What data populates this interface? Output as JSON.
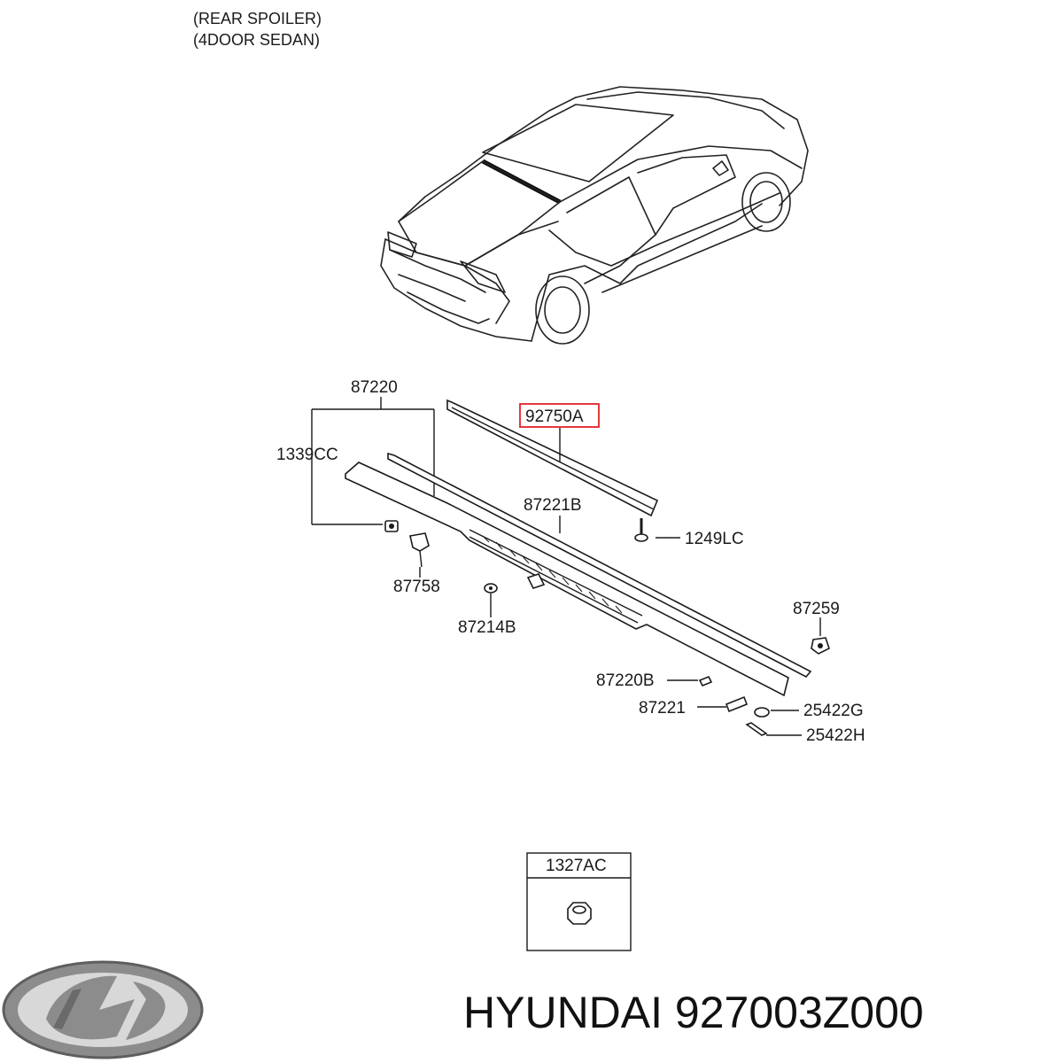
{
  "header": {
    "line1": "(REAR SPOILER)",
    "line2": "(4DOOR SEDAN)"
  },
  "callouts": {
    "p87220": "87220",
    "p1339CC": "1339CC",
    "p92750A": "92750A",
    "p87221B": "87221B",
    "p1249LC": "1249LC",
    "p87758": "87758",
    "p87214B": "87214B",
    "p87259": "87259",
    "p87220B": "87220B",
    "p87221": "87221",
    "p25422G": "25422G",
    "p25422H": "25422H"
  },
  "inset": {
    "label": "1327AC"
  },
  "footer": {
    "part_text": "HYUNDAI 927003Z000"
  },
  "colors": {
    "highlight": "#e0232a",
    "ink": "#1a1a1a",
    "logo": "#7d7d7d"
  },
  "icons": {
    "logo": "hyundai-logo-icon"
  }
}
